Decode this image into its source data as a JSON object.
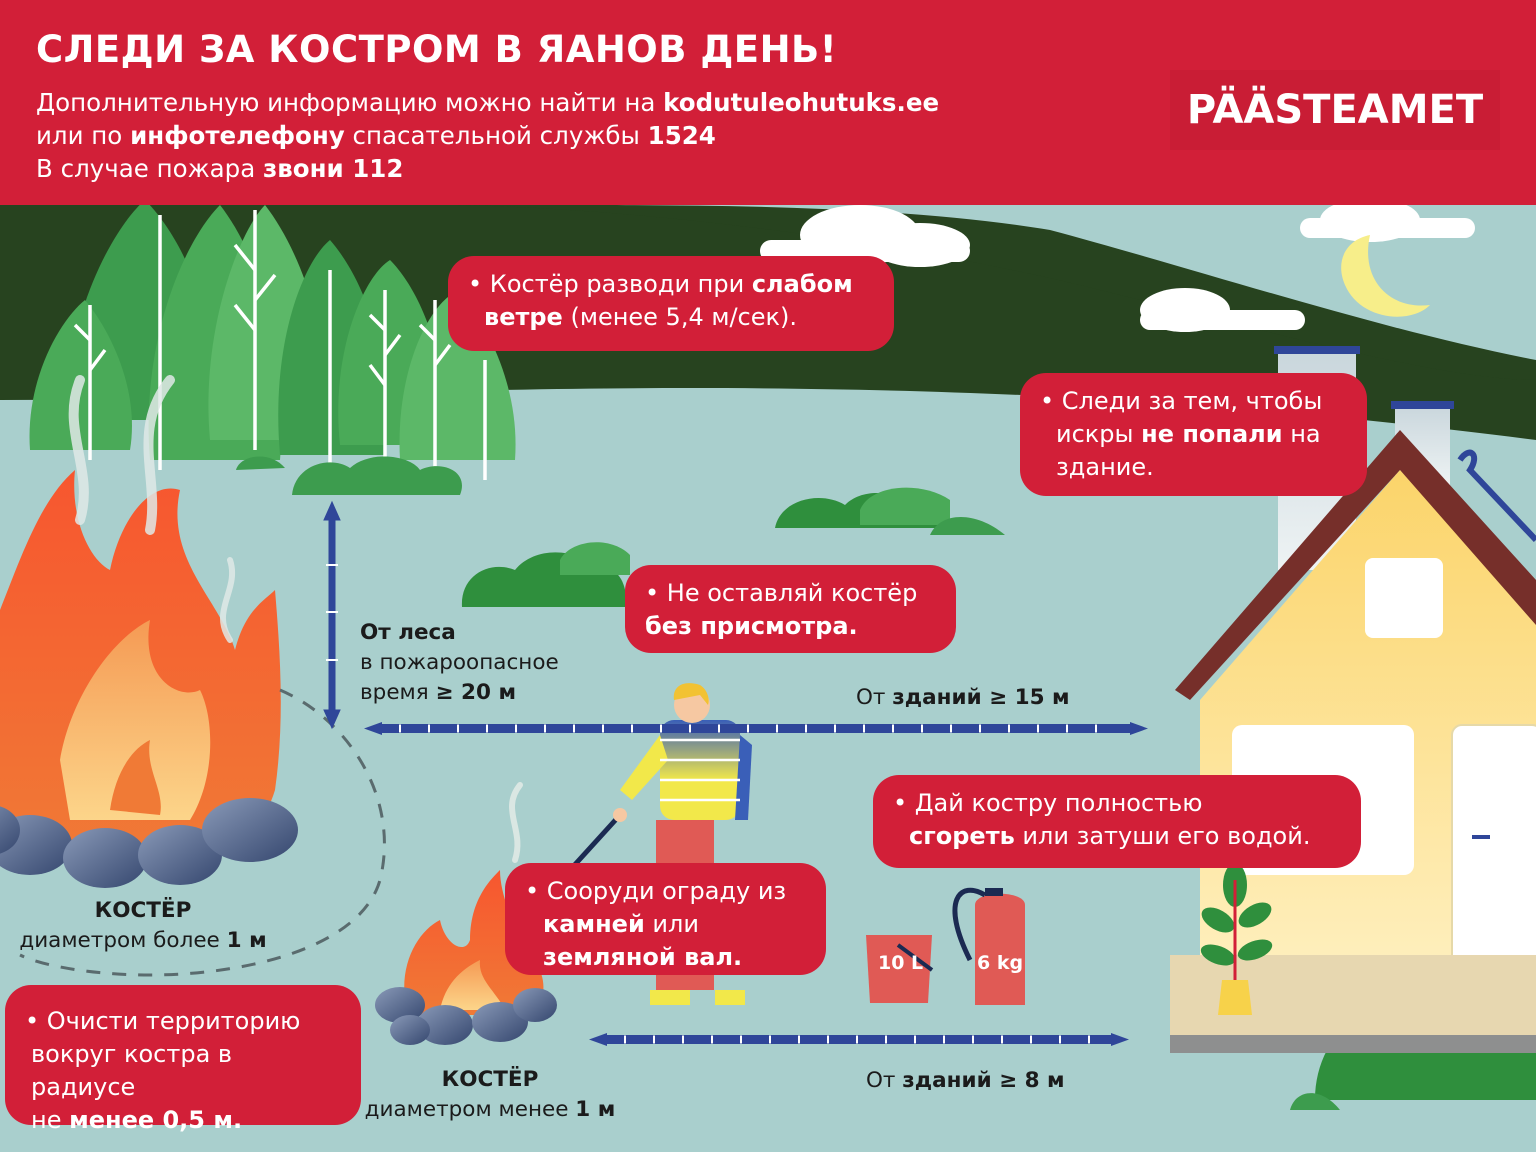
{
  "header": {
    "title": "СЛЕДИ ЗА КОСТРОМ В ЯАНОВ ДЕНЬ!",
    "line1_text": "Дополнительную информацию можно найти на ",
    "line1_link": "kodutuleohutuks.ee",
    "line2_pre": "или по ",
    "line2_bold": "инфотелефону",
    "line2_mid": " спасательной службы ",
    "line2_phone": "1524",
    "line3_pre": "В случае пожара ",
    "line3_bold": "звони 112",
    "logo": "PÄÄSTEAMET"
  },
  "bubbles": {
    "wind": {
      "pre": "• Костёр разводи при ",
      "bold1": "слабом",
      "bold2": "ветре",
      "post": " (менее 5,4 м/сек)."
    },
    "sparks": {
      "line1": "• Следи за тем, чтобы",
      "pre": "искры ",
      "bold": "не попали",
      "post": " на",
      "line3": "здание."
    },
    "unattended": {
      "line1": "• Не оставляй костёр",
      "bold": "без присмотра."
    },
    "burn": {
      "line1": "• Дай костру полностью",
      "bold": "сгореть",
      "post": " или затуши его водой."
    },
    "fence": {
      "line1": "• Сооруди ограду из",
      "bold1": "камней",
      "mid": " или",
      "bold2": "земляной вал."
    },
    "clear": {
      "line1": "• Очисти территорию",
      "line2": "вокруг костра в радиусе",
      "pre": "не ",
      "bold": "менее 0,5 м."
    }
  },
  "labels": {
    "forest": {
      "bold": "От леса",
      "line2": "в пожароопасное",
      "pre3": "время  ",
      "bold3": "≥ 20 м"
    },
    "buildings15": {
      "pre": "От ",
      "bold": "зданий  ≥ 15 м"
    },
    "buildings8": {
      "pre": "От ",
      "bold": "зданий ≥ 8 м"
    },
    "big_fire": {
      "title": "КОСТЁР",
      "pre": "диаметром более ",
      "bold": "1 м"
    },
    "small_fire": {
      "title": "КОСТЁР",
      "pre": "диаметром менее ",
      "bold": "1 м"
    }
  },
  "extinguish": {
    "bucket": "10 L",
    "extinguisher": "6 kg"
  },
  "colors": {
    "red": "#d21f38",
    "navy": "#2f4699",
    "forest": "#27431f",
    "sky": "#a9cfcd"
  }
}
